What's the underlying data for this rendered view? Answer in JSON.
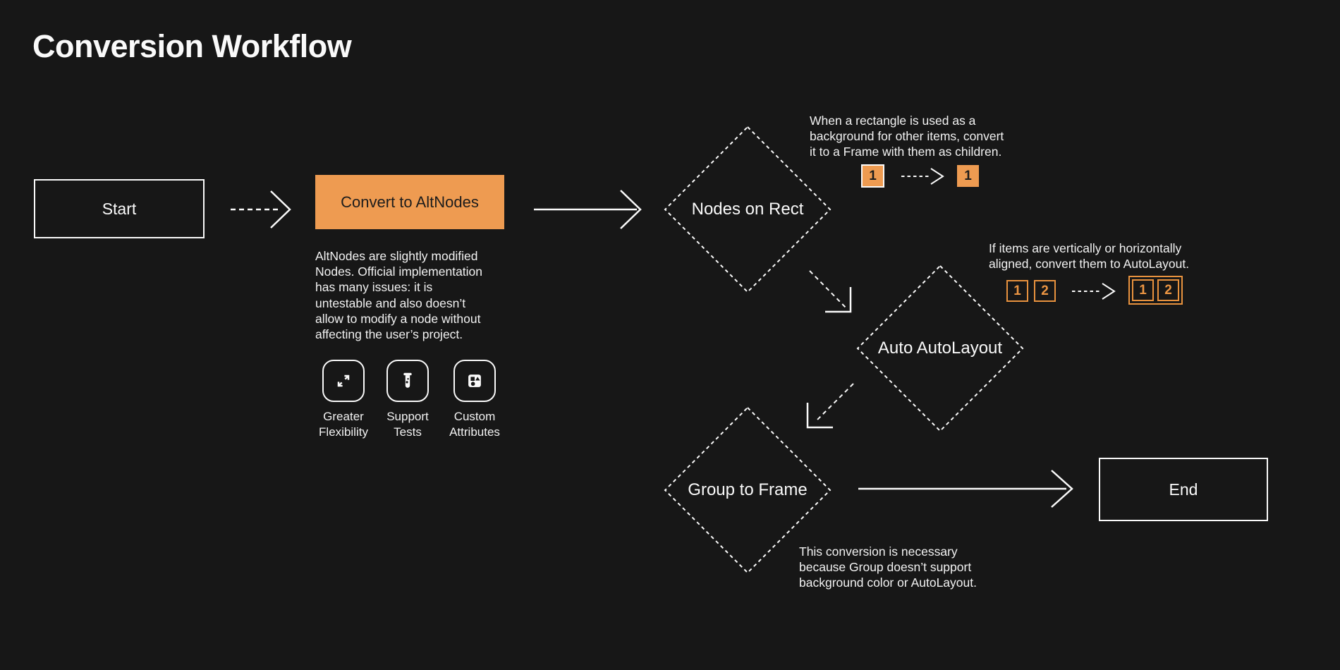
{
  "page": {
    "title": "Conversion Workflow"
  },
  "colors": {
    "background": "#171717",
    "accent_fill": "#EE9B51",
    "accent_border": "#E8923E",
    "foreground": "#FAFAFA",
    "dark_text": "#1C1C1C"
  },
  "nodes": {
    "start": "Start",
    "convert": "Convert to AltNodes",
    "nodes_on_rect": "Nodes on Rect",
    "auto_autolayout": "Auto AutoLayout",
    "group_to_frame": "Group to Frame",
    "end": "End"
  },
  "notes": {
    "altnodes": [
      "AltNodes are slightly modified",
      "Nodes. Official implementation",
      "has many issues: it is",
      "untestable and also doesn’t",
      "allow to modify a node without",
      "affecting the user’s project."
    ],
    "rect_to_frame": [
      "When a rectangle is used as a",
      "background for other items, convert",
      "it to a Frame with them as children."
    ],
    "auto_layout": [
      "If items are vertically or horizontally",
      "aligned, convert them to AutoLayout."
    ],
    "group_frame": [
      "This conversion is necessary",
      "because Group doesn’t support",
      "background color or AutoLayout."
    ]
  },
  "features": [
    {
      "icon": "expand-icon",
      "label": "Greater Flexibility"
    },
    {
      "icon": "test-tube-icon",
      "label": "Support Tests"
    },
    {
      "icon": "shapes-icon",
      "label": "Custom Attributes"
    }
  ],
  "mini_rect": {
    "before": "1",
    "after": "1"
  },
  "mini_autolayout": {
    "item1": "1",
    "item2": "2",
    "result1": "1",
    "result2": "2"
  }
}
